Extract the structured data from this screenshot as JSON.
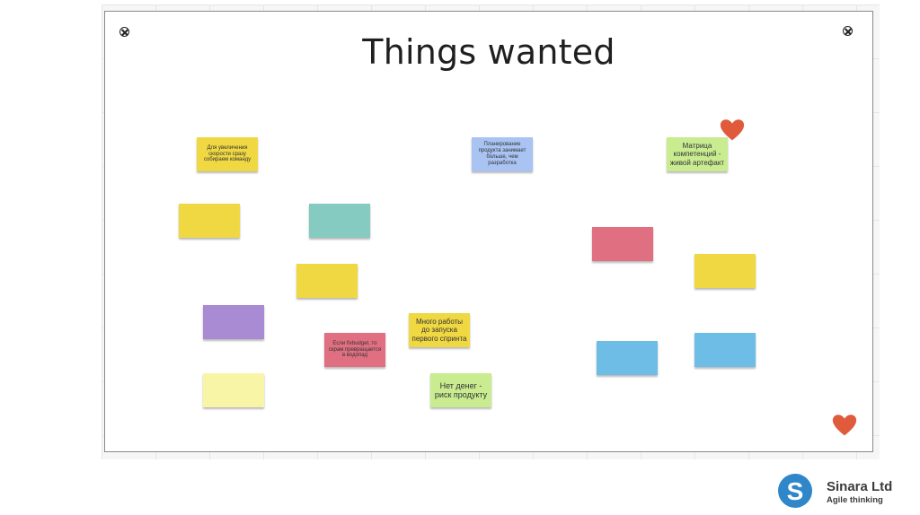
{
  "board": {
    "title": "Things wanted"
  },
  "colors": {
    "yellow": "#f0d843",
    "teal": "#85cbc1",
    "lavender": "#a9c4f3",
    "lime": "#c9ec90",
    "red": "#e07081",
    "purple": "#a88bd2",
    "pale_yellow": "#f9f5a6",
    "blue": "#6dbde6",
    "heart": "#e05a3c",
    "logo_blue": "#2f87c9"
  },
  "notes": [
    {
      "id": "note-increase-speed",
      "color": "#f0d843",
      "text": "Для увеличения скорости сразу собираем команду",
      "size": "tiny"
    },
    {
      "id": "note-planning",
      "color": "#a9c4f3",
      "text": "Планирование продукта занимает больше, чем разработка",
      "size": "tiny"
    },
    {
      "id": "note-matrix",
      "color": "#c9ec90",
      "text": "Матрица компетенций - живой артефакт",
      "size": "small"
    },
    {
      "id": "note-blank-yellow-1",
      "color": "#f0d843",
      "text": "",
      "size": "small"
    },
    {
      "id": "note-blank-teal",
      "color": "#85cbc1",
      "text": "",
      "size": "small"
    },
    {
      "id": "note-blank-red-right",
      "color": "#e07081",
      "text": "",
      "size": "small"
    },
    {
      "id": "note-blank-yellow-right",
      "color": "#f0d843",
      "text": "",
      "size": "small"
    },
    {
      "id": "note-blank-yellow-2",
      "color": "#f0d843",
      "text": "",
      "size": "small"
    },
    {
      "id": "note-blank-purple",
      "color": "#a88bd2",
      "text": "",
      "size": "small"
    },
    {
      "id": "note-fixbudget",
      "color": "#e07081",
      "text": "Если fixbudget, то скрам превращается в водопад",
      "size": "tiny"
    },
    {
      "id": "note-much-work",
      "color": "#f0d843",
      "text": "Много работы до запуска первого спринта",
      "size": "small"
    },
    {
      "id": "note-blank-blue-1",
      "color": "#6dbde6",
      "text": "",
      "size": "small"
    },
    {
      "id": "note-blank-blue-2",
      "color": "#6dbde6",
      "text": "",
      "size": "small"
    },
    {
      "id": "note-blank-pale-yellow",
      "color": "#f9f5a6",
      "text": "",
      "size": "small"
    },
    {
      "id": "note-no-money",
      "color": "#c9ec90",
      "text": "Нет денег - риск продукту",
      "size": "med"
    }
  ],
  "logo": {
    "name": "Sinara Ltd",
    "tagline": "Agile thinking",
    "mark_letter": "S"
  }
}
